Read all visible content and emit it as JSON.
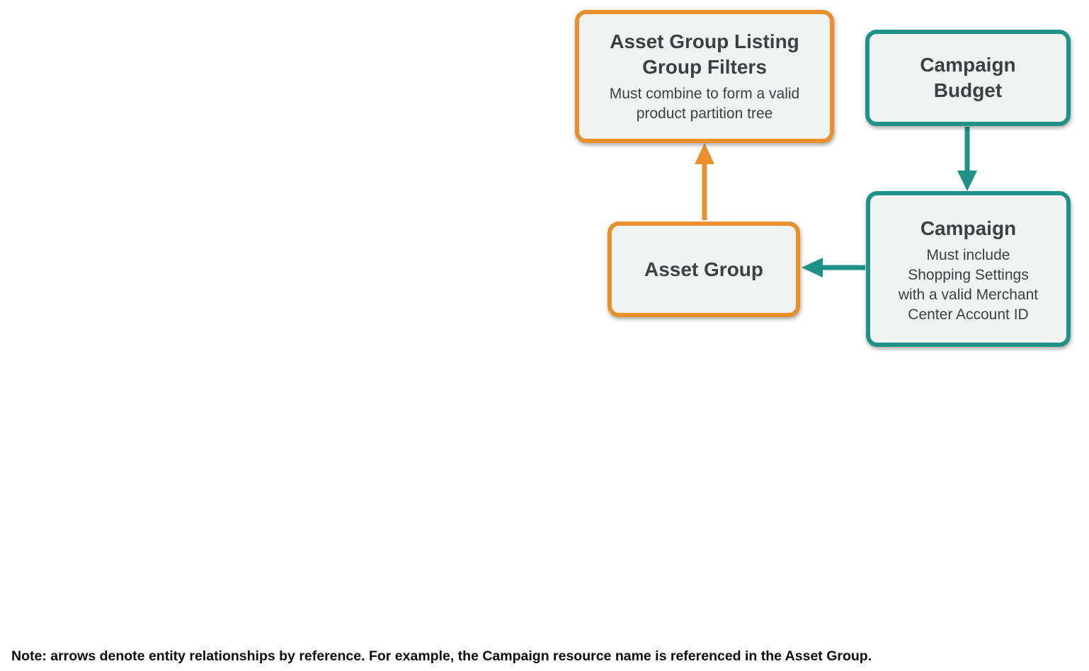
{
  "diagram": {
    "colors": {
      "orange": "#E8912C",
      "teal": "#1E9287",
      "node_fill": "#F1F2F2",
      "text": "#3C4043"
    },
    "nodes": [
      {
        "id": "asset-group-listing-group-filters",
        "color": "orange",
        "title": "Asset Group Listing Group Filters",
        "title_lines": [
          "Asset Group Listing",
          "Group Filters"
        ],
        "subtitle": "Must combine to form a valid product partition tree",
        "subtitle_lines": [
          "Must combine to form a valid",
          "product partition tree"
        ]
      },
      {
        "id": "campaign-budget",
        "color": "teal",
        "title": "Campaign Budget",
        "title_lines": [
          "Campaign",
          "Budget"
        ],
        "subtitle": "",
        "subtitle_lines": []
      },
      {
        "id": "asset-group",
        "color": "orange",
        "title": "Asset Group",
        "title_lines": [
          "Asset Group"
        ],
        "subtitle": "",
        "subtitle_lines": []
      },
      {
        "id": "campaign",
        "color": "teal",
        "title": "Campaign",
        "title_lines": [
          "Campaign"
        ],
        "subtitle": "Must include Shopping Settings with a valid Merchant Center Account ID",
        "subtitle_lines": [
          "Must include",
          "Shopping Settings",
          "with a valid Merchant",
          "Center Account ID"
        ]
      }
    ],
    "edges": [
      {
        "from": "asset-group",
        "to": "asset-group-listing-group-filters",
        "color": "orange",
        "direction": "up"
      },
      {
        "from": "campaign-budget",
        "to": "campaign",
        "color": "teal",
        "direction": "down"
      },
      {
        "from": "campaign",
        "to": "asset-group",
        "color": "teal",
        "direction": "left"
      }
    ]
  },
  "note": "Note: arrows denote entity relationships by reference. For example, the Campaign resource name is referenced in the Asset Group."
}
